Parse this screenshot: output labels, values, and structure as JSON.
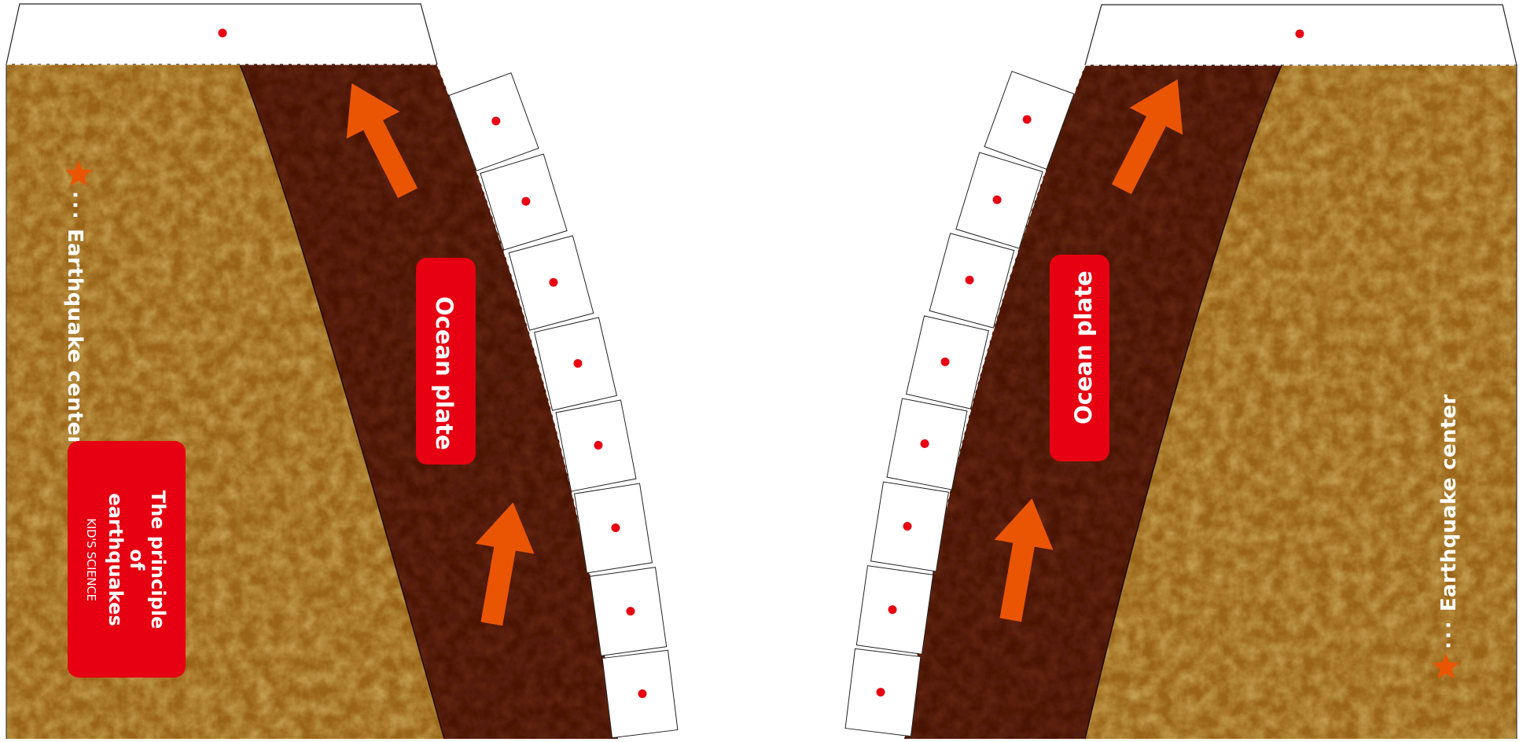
{
  "colors": {
    "soil": "#9a6417",
    "soil_dark": "#7a4a10",
    "ocean_plate": "#4a1404",
    "arrow": "#ea5504",
    "red": "#e60012",
    "tab_fill": "#ffffff",
    "outline": "#222222"
  },
  "left_panel": {
    "earthquake_center_label": "Earthquake center",
    "ocean_plate_label": "Ocean plate",
    "title_line1": "The principle of",
    "title_line2": "earthquakes",
    "subtitle": "KID'S SCIENCE"
  },
  "right_panel": {
    "earthquake_center_label": "Earthquake center",
    "ocean_plate_label": "Ocean plate"
  }
}
